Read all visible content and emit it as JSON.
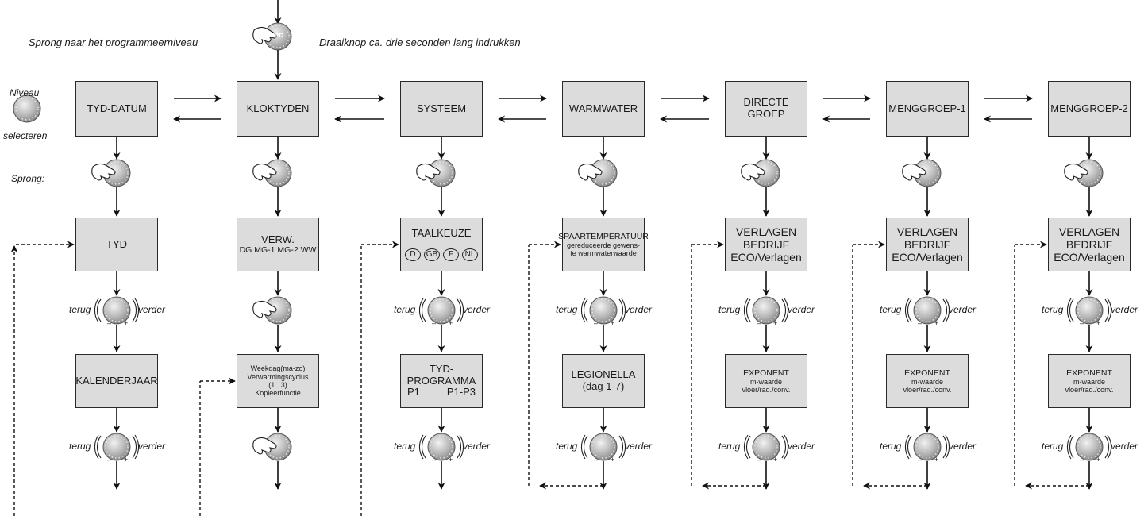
{
  "top_labels": {
    "jump_label": "Sprong naar het programmeerniveau",
    "knob_sec": "sec",
    "press_label": "Draaiknop ca. drie seconden lang indrukken"
  },
  "left_labels": {
    "niveau": "Niveau",
    "selecteren": "selecteren",
    "sprong": "Sprong:"
  },
  "nav": {
    "back": "terug",
    "forward": "verder",
    "minus": "–",
    "plus": "+"
  },
  "columns": [
    {
      "header": "TYD-DATUM",
      "box1": {
        "lines": [
          "TYD"
        ]
      },
      "box2": {
        "lines": [
          "KALENDERJAAR"
        ]
      }
    },
    {
      "header": "KLOKTYDEN",
      "box1": {
        "title": "VERW.",
        "sub": "DG MG-1 MG-2 WW"
      },
      "box2": {
        "lines": [
          "Weekdag(ma-zo)",
          "Verwarmingscyclus (1...3)",
          "Kopieerfunctie"
        ]
      }
    },
    {
      "header": "SYSTEEM",
      "box1": {
        "title": "TAALKEUZE",
        "langs": [
          "D",
          "GB",
          "F",
          "NL"
        ]
      },
      "box2": {
        "title": "TYD-",
        "title2": "PROGRAMMA",
        "left": "P1",
        "right": "P1-P3"
      }
    },
    {
      "header": "WARMWATER",
      "box1": {
        "title": "SPAARTEMPERATUUR",
        "lines": [
          "gereduceerde gewens-",
          "te warmwaterwaarde"
        ]
      },
      "box2": {
        "lines": [
          "LEGIONELLA",
          "(dag 1-7)"
        ]
      }
    },
    {
      "header": "DIRECTE GROEP",
      "box1": {
        "lines": [
          "VERLAGEN",
          "BEDRIJF",
          "ECO/Verlagen"
        ]
      },
      "box2": {
        "title": "EXPONENT",
        "lines": [
          "m-waarde",
          "vloer/rad./conv."
        ]
      }
    },
    {
      "header": "MENGGROEP-1",
      "box1": {
        "lines": [
          "VERLAGEN",
          "BEDRIJF",
          "ECO/Verlagen"
        ]
      },
      "box2": {
        "title": "EXPONENT",
        "lines": [
          "m-waarde",
          "vloer/rad./conv."
        ]
      }
    },
    {
      "header": "MENGGROEP-2",
      "box1": {
        "lines": [
          "VERLAGEN",
          "BEDRIJF",
          "ECO/Verlagen"
        ]
      },
      "box2": {
        "title": "EXPONENT",
        "lines": [
          "m-waarde",
          "vloer/rad./conv."
        ]
      }
    }
  ]
}
